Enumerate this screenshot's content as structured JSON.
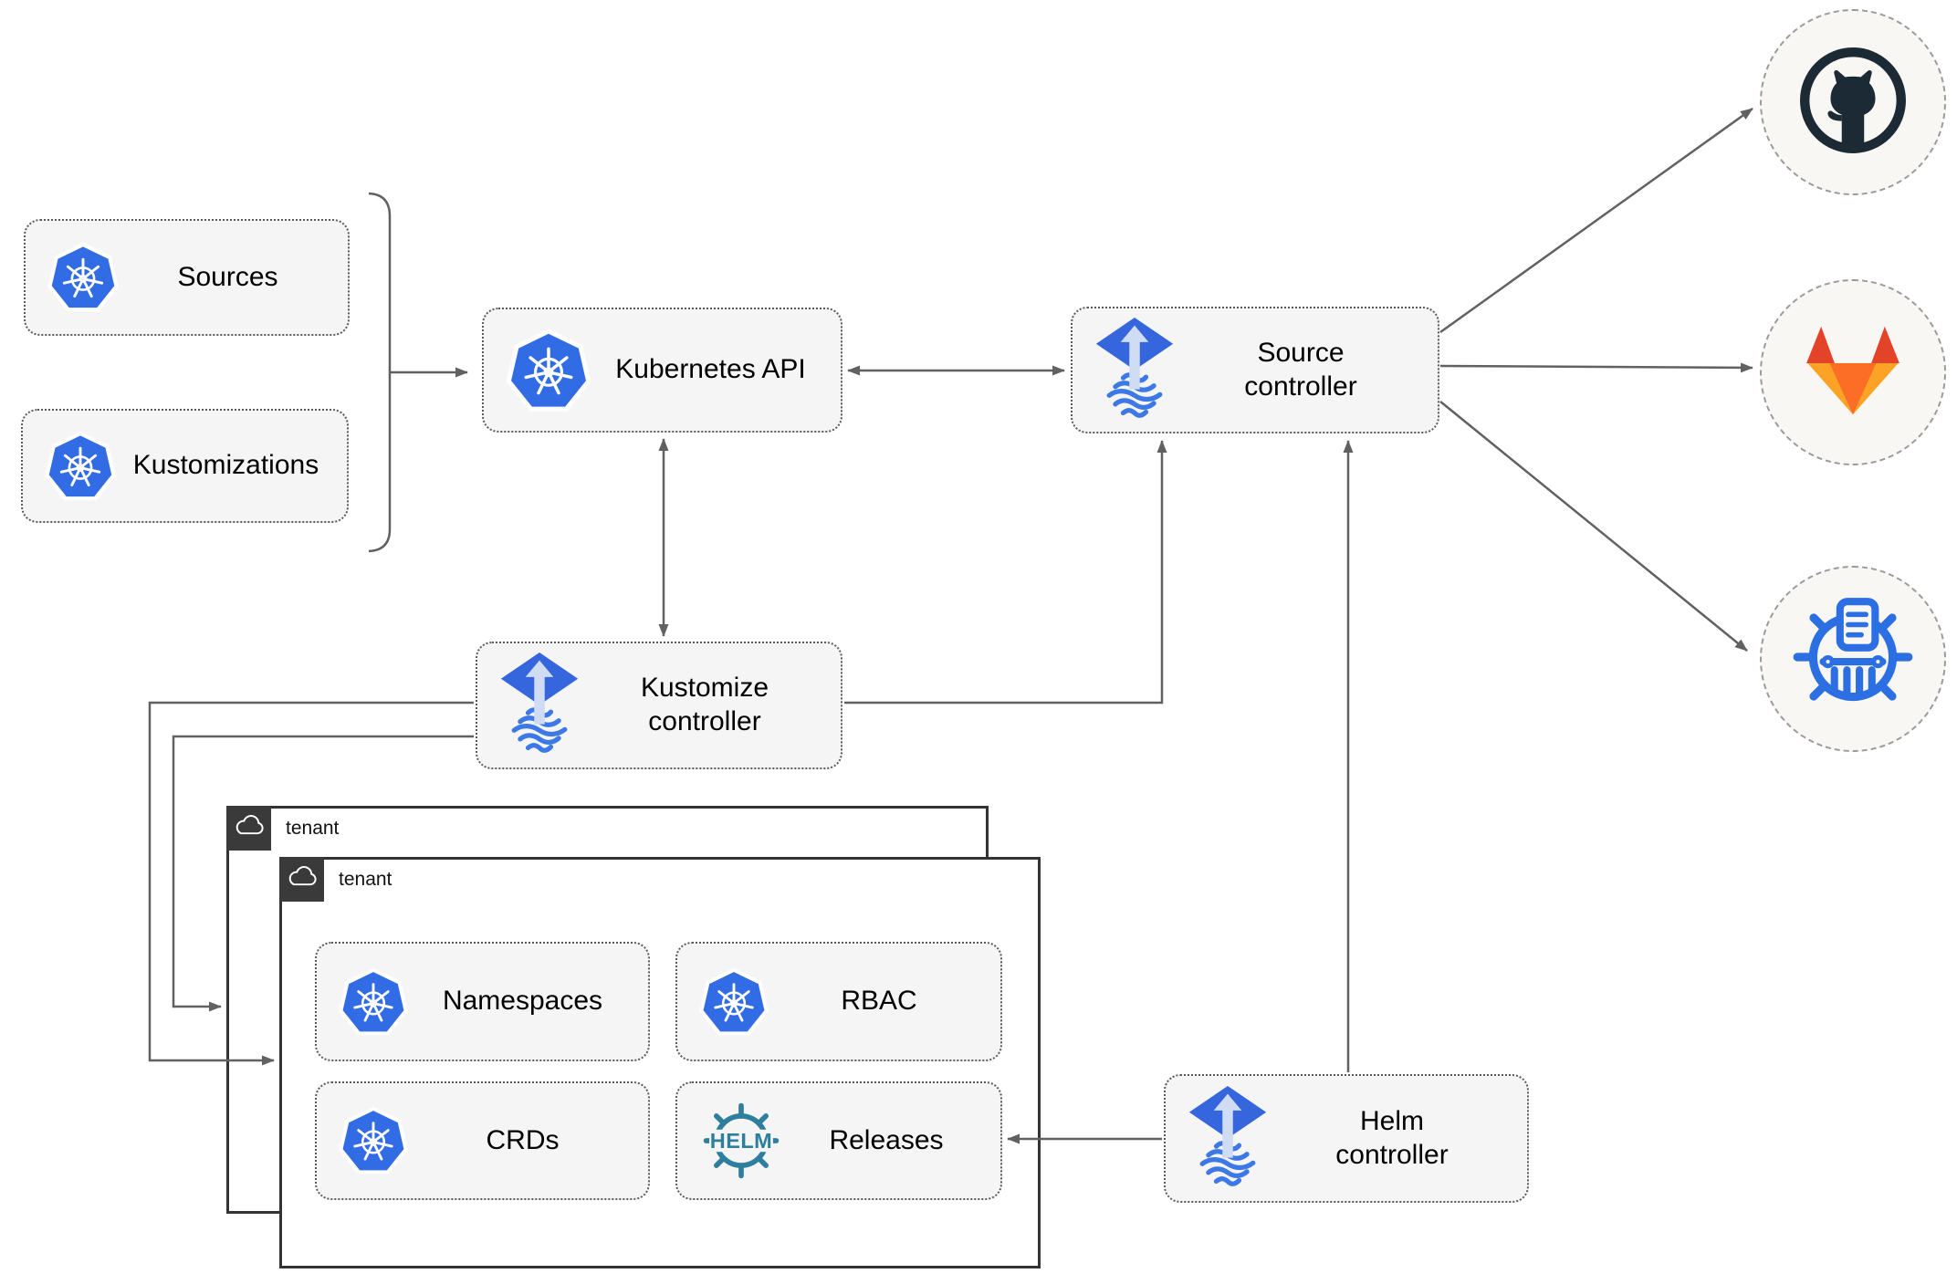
{
  "nodes": {
    "sources": "Sources",
    "kustomizations": "Kustomizations",
    "kubernetes_api": "Kubernetes API",
    "source_controller": "Source controller",
    "kustomize_controller": "Kustomize controller",
    "helm_controller": "Helm controller",
    "namespaces": "Namespaces",
    "rbac": "RBAC",
    "crds": "CRDs",
    "releases": "Releases"
  },
  "tenants": {
    "back": "tenant",
    "front": "tenant"
  },
  "icons": {
    "helm_text": "HELM"
  },
  "colors": {
    "k8s-blue": "#326ce5",
    "flux-blue": "#3566dd",
    "flux-stripe": "#3d79e6",
    "flux-light": "#cfdcf4",
    "helm-teal": "#2e7f9e",
    "github-dark": "#1b2a35",
    "gitlab-red": "#e24329",
    "gitlab-orange": "#fc6d26",
    "gitlab-yellow": "#fca326",
    "registry-blue": "#2c6fe2",
    "line-gray": "#616161",
    "node-fill": "#f5f5f5",
    "node-border": "#5a5a5a",
    "circle-fill": "#f8f7f4",
    "circle-border": "#9b9b9b",
    "tab-dark": "#3a3a3a",
    "tenant-border": "#333333"
  }
}
